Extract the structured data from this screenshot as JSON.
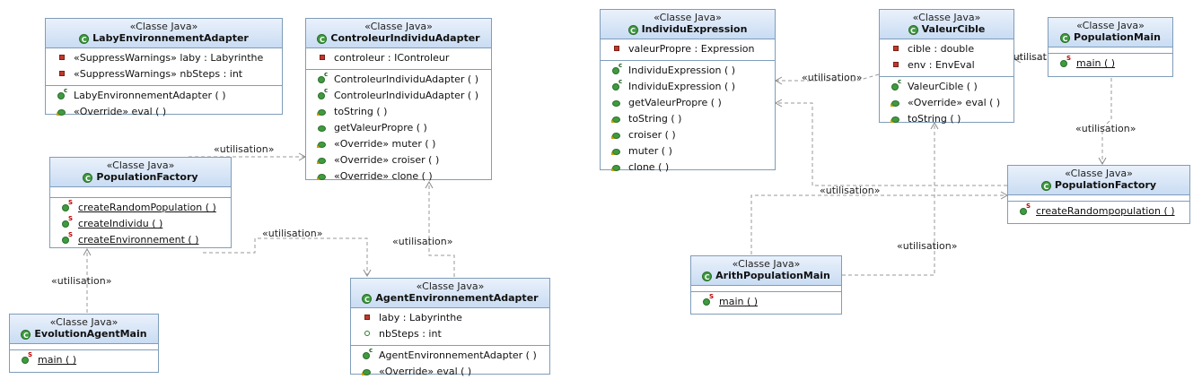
{
  "stereotype": "«Classe Java»",
  "relation_label": "«utilisation»",
  "classes": {
    "laby_adapter": {
      "name": "LabyEnvironnementAdapter",
      "fields": [
        "«SuppressWarnings» laby : Labyrinthe",
        "«SuppressWarnings» nbSteps : int"
      ],
      "methods": [
        "LabyEnvironnementAdapter ( )",
        "«Override» eval ( )"
      ]
    },
    "controleur_adapter": {
      "name": "ControleurIndividuAdapter",
      "fields": [
        "controleur : IControleur"
      ],
      "methods": [
        "ControleurIndividuAdapter ( )",
        "ControleurIndividuAdapter ( )",
        "toString ( )",
        "getValeurPropre ( )",
        "«Override» muter ( )",
        "«Override» croiser ( )",
        "«Override» clone ( )"
      ]
    },
    "population_factory_left": {
      "name": "PopulationFactory",
      "methods": [
        "createRandomPopulation ( )",
        "createIndividu ( )",
        "createEnvironnement ( )"
      ]
    },
    "evolution_agent_main": {
      "name": "EvolutionAgentMain",
      "methods": [
        "main ( )"
      ]
    },
    "agent_adapter": {
      "name": "AgentEnvironnementAdapter",
      "fields": [
        "laby : Labyrinthe",
        "nbSteps : int"
      ],
      "methods": [
        "AgentEnvironnementAdapter ( )",
        "«Override» eval ( )"
      ]
    },
    "individu_expression": {
      "name": "IndividuExpression",
      "fields": [
        "valeurPropre : Expression"
      ],
      "methods": [
        "IndividuExpression ( )",
        "IndividuExpression ( )",
        "getValeurPropre ( )",
        "toString ( )",
        "croiser ( )",
        "muter ( )",
        "clone ( )"
      ]
    },
    "valeur_cible": {
      "name": "ValeurCible",
      "fields": [
        "cible : double",
        "env : EnvEval"
      ],
      "methods": [
        "ValeurCible ( )",
        "«Override» eval ( )",
        "toString ( )"
      ]
    },
    "population_main": {
      "name": "PopulationMain",
      "methods": [
        "main ( )"
      ]
    },
    "population_factory_right": {
      "name": "PopulationFactory",
      "methods": [
        "createRandompopulation ( )"
      ]
    },
    "arith_population_main": {
      "name": "ArithPopulationMain",
      "methods": [
        "main ( )"
      ]
    }
  },
  "colors": {
    "border": "#7f9db9",
    "header_top": "#eaf1fb",
    "header_bottom": "#c9dcf3",
    "arrow": "#999999"
  }
}
